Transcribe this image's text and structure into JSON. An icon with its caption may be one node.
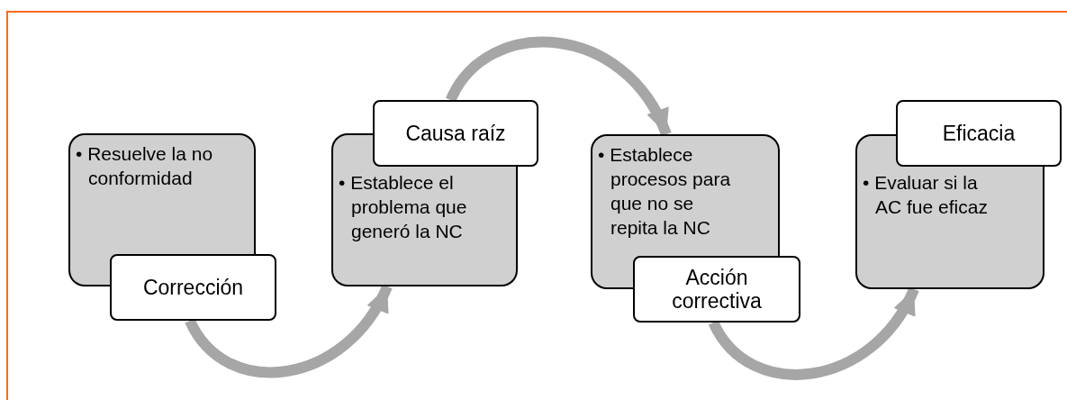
{
  "diagram": {
    "nodes": [
      {
        "text": [
          "• Resuelve la no conformidad"
        ]
      },
      {
        "text": [
          "Corrección"
        ]
      },
      {
        "text": [
          "Causa raíz"
        ]
      },
      {
        "text": [
          "• Establece el problema que generó la NC"
        ]
      },
      {
        "text": [
          "• Establece procesos para que no se repita la NC"
        ]
      },
      {
        "text": [
          "Acción correctiva"
        ]
      },
      {
        "text": [
          "Eficacia"
        ]
      },
      {
        "text": [
          "• Evaluar si la AC fue eficaz"
        ]
      }
    ],
    "edges": [
      {
        "from": 1,
        "to": 3,
        "arrow": "to"
      },
      {
        "from": 2,
        "to": 4,
        "arrow": "to"
      },
      {
        "from": 5,
        "to": 7,
        "arrow": "to"
      }
    ]
  }
}
